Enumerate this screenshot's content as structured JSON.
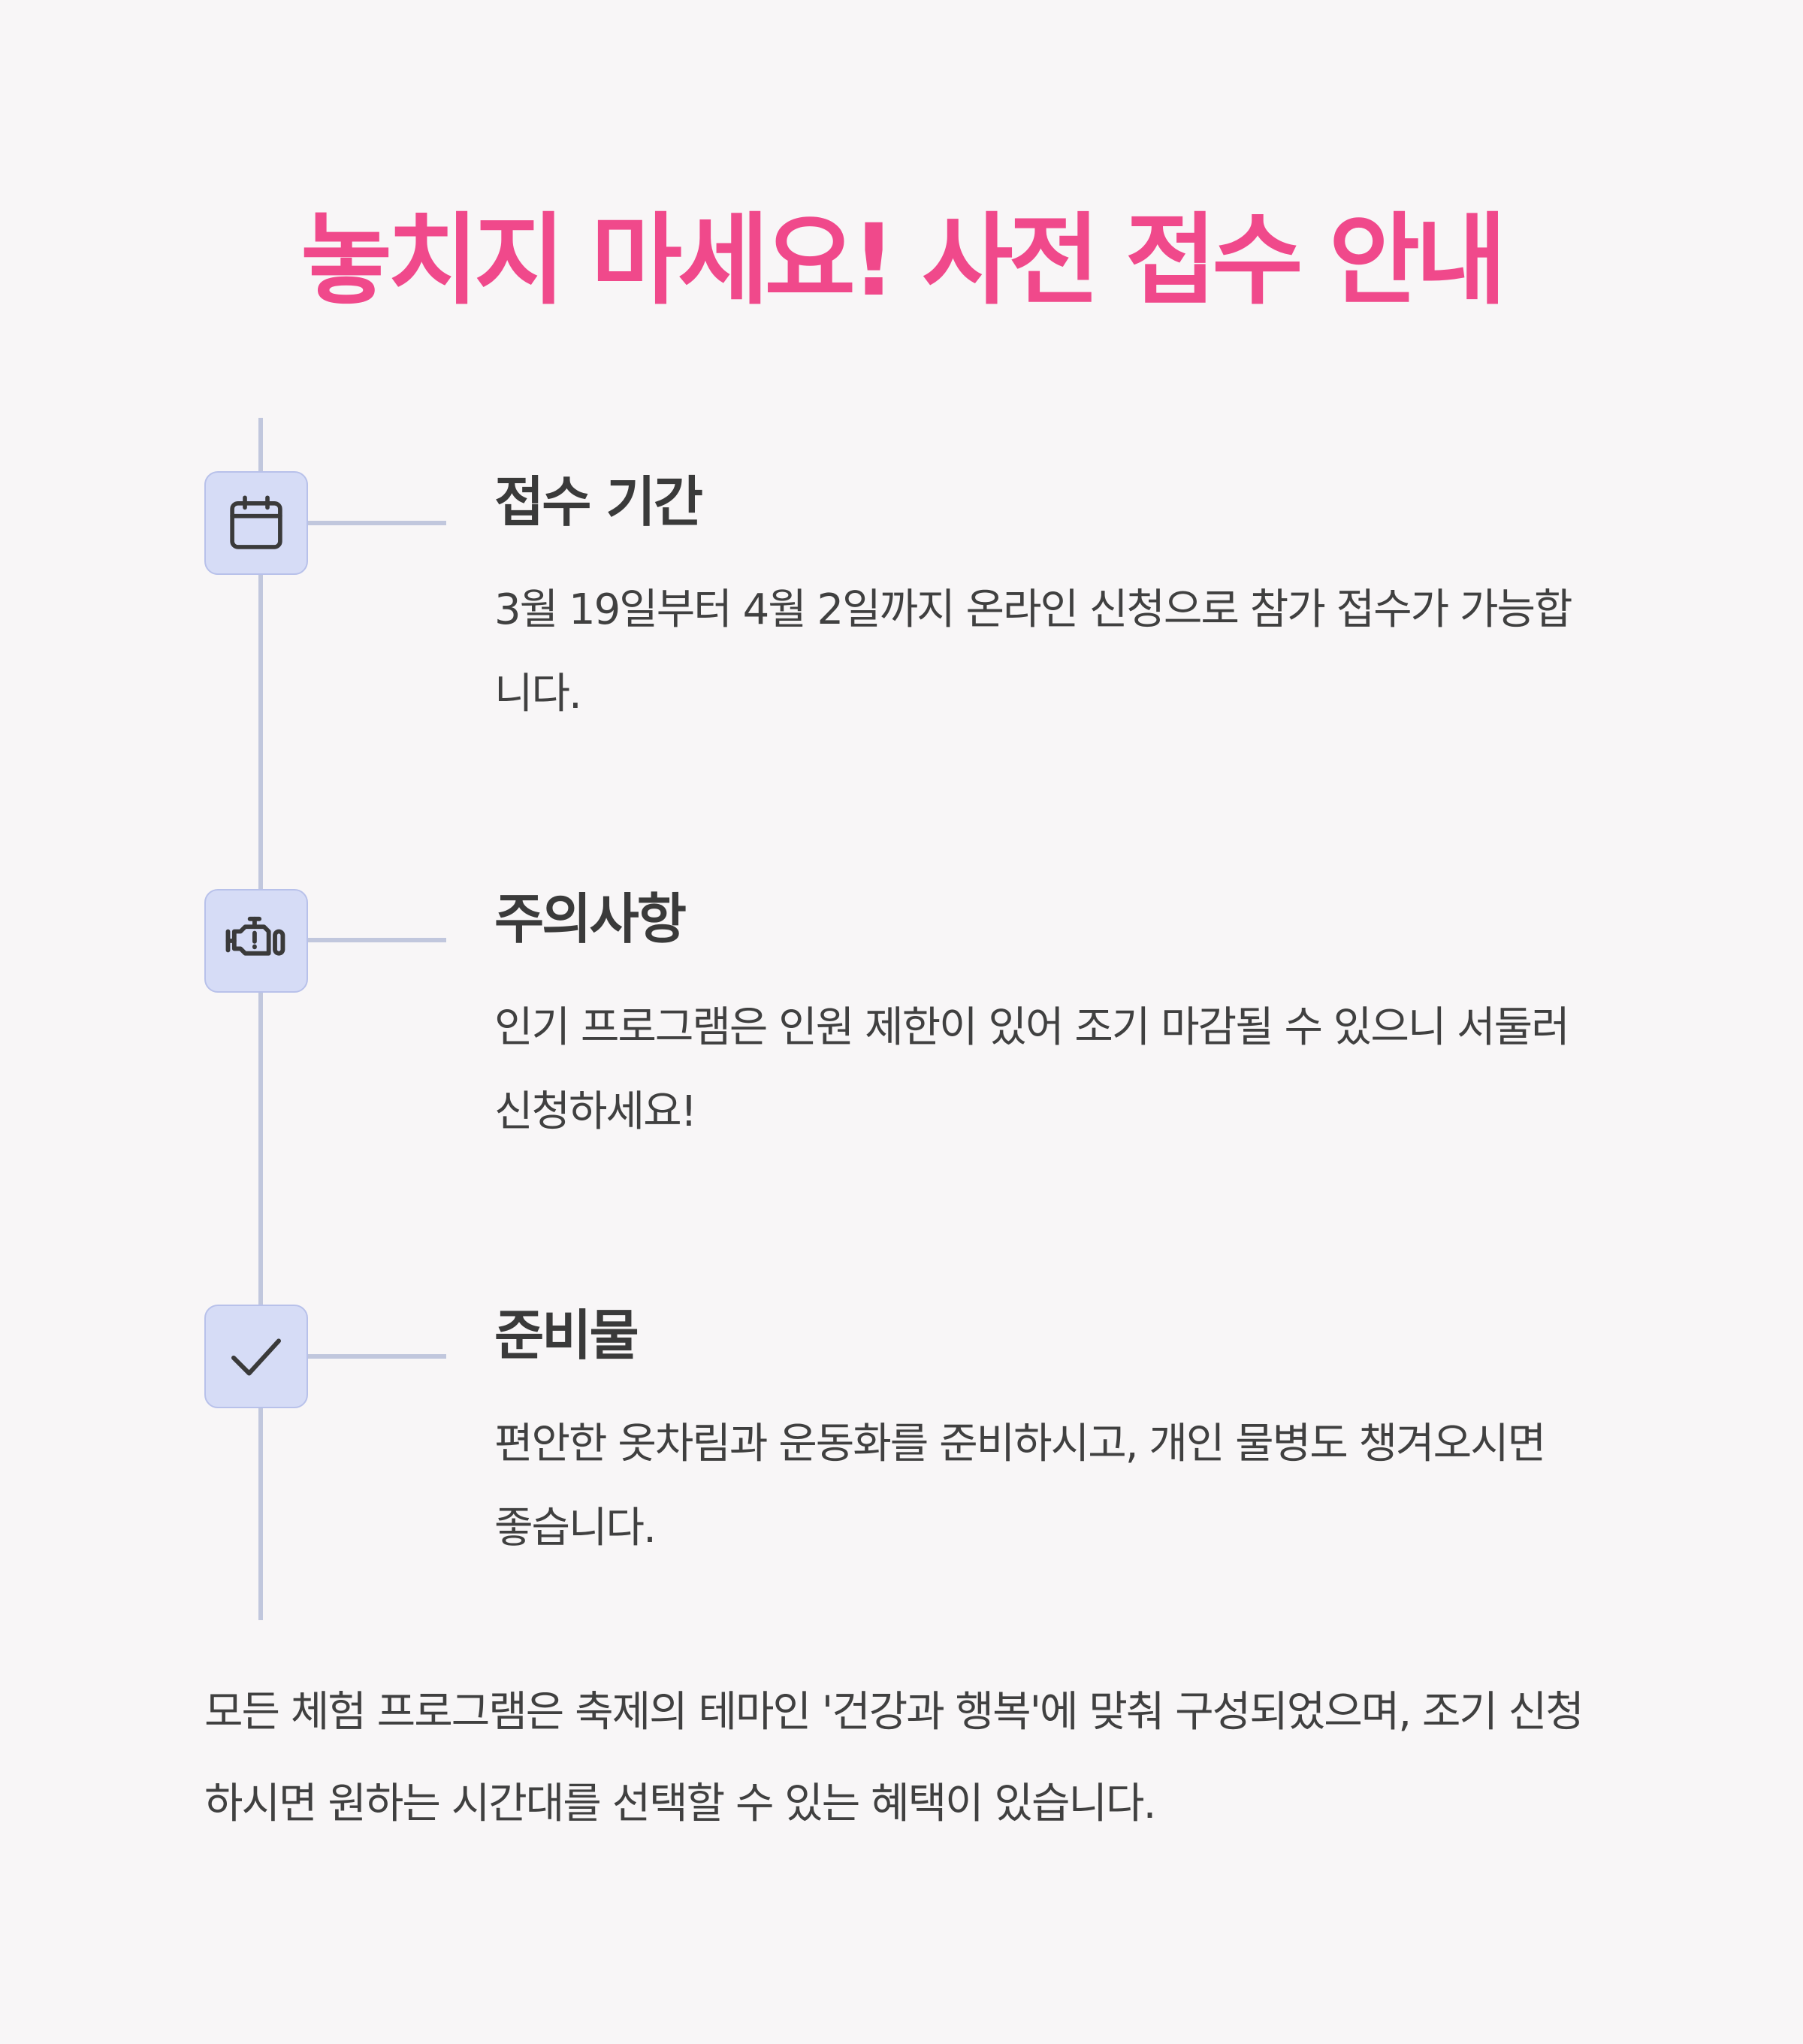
{
  "page": {
    "title": "놓치지 마세요! 사전 접수 안내",
    "accent_color": "#f0498b"
  },
  "steps": [
    {
      "icon": "calendar-icon",
      "title": "접수 기간",
      "description": "3월 19일부터 4월 2일까지 온라인 신청으로 참가 접수가 가능합니다."
    },
    {
      "icon": "engine-warning-icon",
      "title": "주의사항",
      "description": "인기 프로그램은 인원 제한이 있어 조기 마감될 수 있으니 서둘러 신청하세요!"
    },
    {
      "icon": "check-icon",
      "title": "준비물",
      "description": "편안한 옷차림과 운동화를 준비하시고, 개인 물병도 챙겨오시면 좋습니다."
    }
  ],
  "footer": {
    "text": "모든 체험 프로그램은 축제의 테마인 '건강과 행복'에 맞춰 구성되었으며, 조기 신청하시면 원하는 시간대를 선택할 수 있는 혜택이 있습니다."
  },
  "colors": {
    "timeline": "#c1c7dd",
    "icon_background": "#d6dcf6",
    "text": "#404040"
  }
}
